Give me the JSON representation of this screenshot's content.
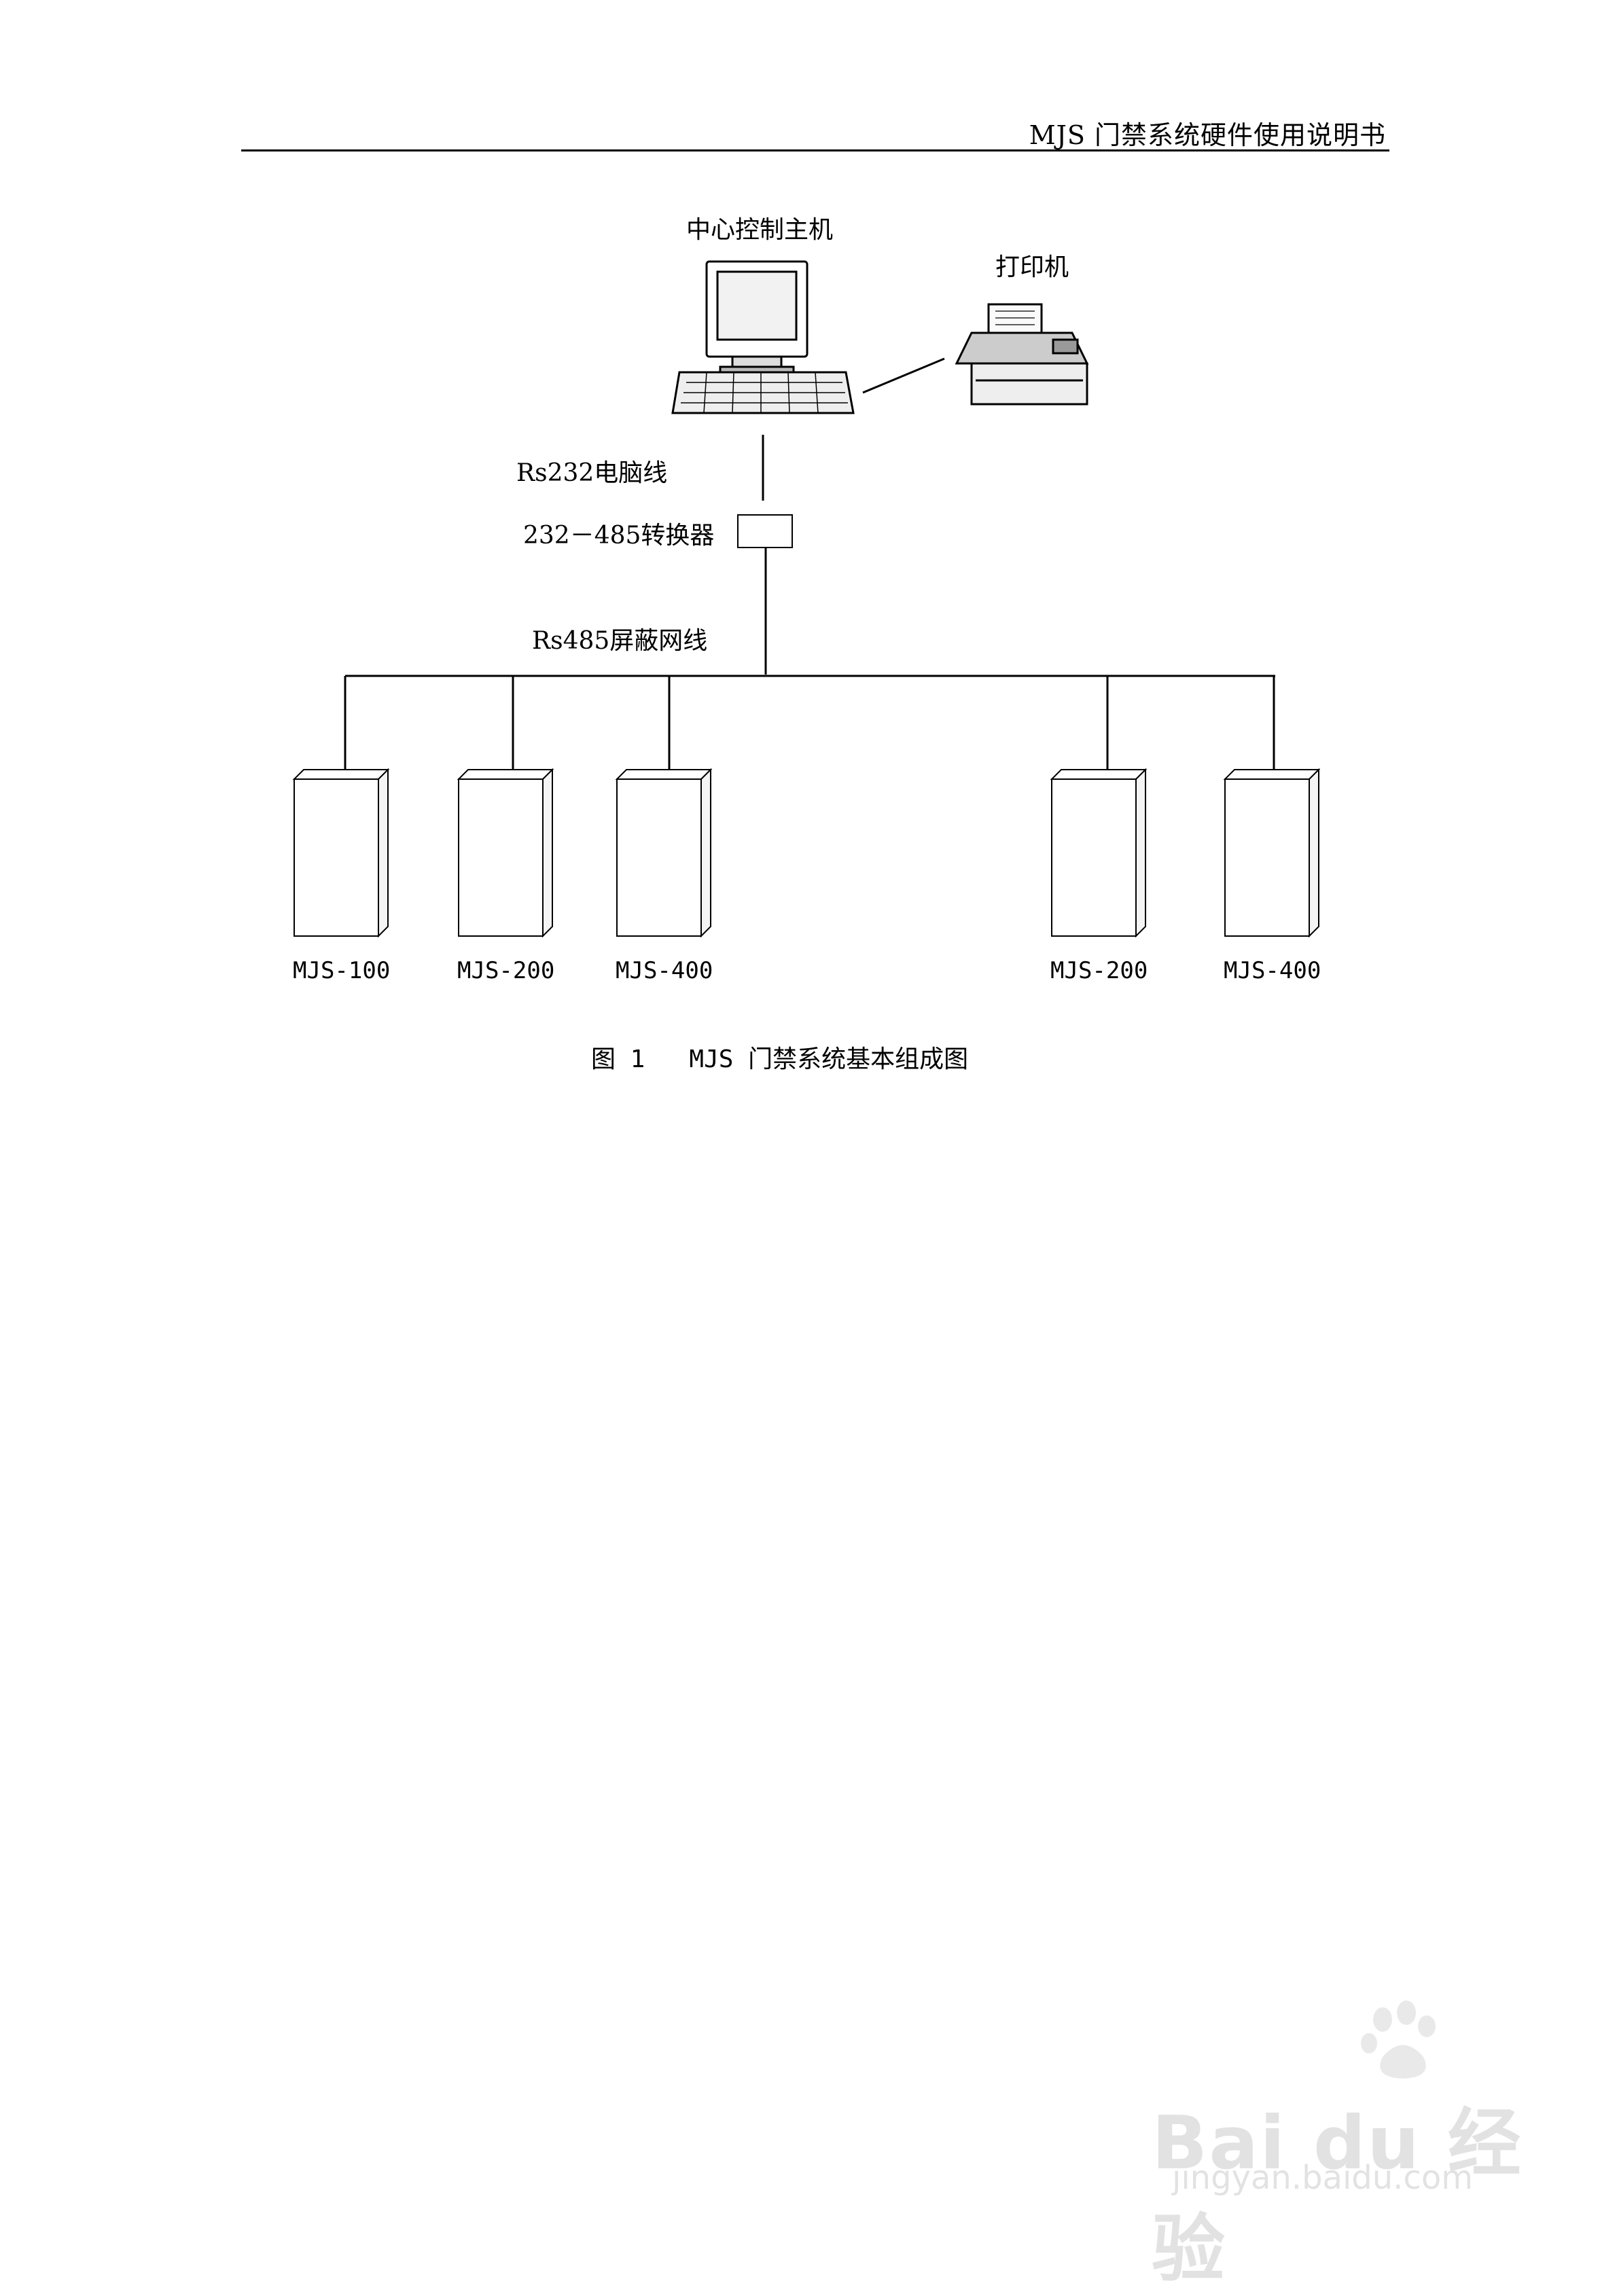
{
  "header": {
    "title": "MJS 门禁系统硬件使用说明书"
  },
  "diagram": {
    "host_label": "中心控制主机",
    "printer_label": "打印机",
    "rs232_label": "Rs232电脑线",
    "converter_label": "232－485转换器",
    "rs485_label": "Rs485屏蔽网线",
    "controllers": [
      {
        "label": "MJS-100"
      },
      {
        "label": "MJS-200"
      },
      {
        "label": "MJS-400"
      },
      {
        "label": "MJS-200"
      },
      {
        "label": "MJS-400"
      }
    ]
  },
  "caption": {
    "prefix": "图 1",
    "text": "MJS 门禁系统基本组成图"
  },
  "watermark": {
    "brand": "Bai du 经验",
    "url": "jingyan.baidu.com"
  }
}
